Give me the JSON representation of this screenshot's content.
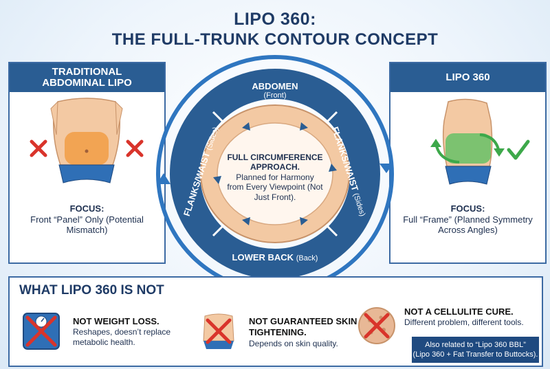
{
  "title": {
    "line1": "LIPO 360:",
    "line2": "THE FULL-TRUNK CONTOUR CONCEPT"
  },
  "left_panel": {
    "header": "TRADITIONAL ABDOMINAL LIPO",
    "focus_label": "FOCUS:",
    "focus_text": "Front “Panel” Only (Potential Mismatch)"
  },
  "right_panel": {
    "header": "LIPO 360",
    "focus_label": "FOCUS:",
    "focus_text": "Full “Frame” (Planned Symmetry Across Angles)"
  },
  "ring": {
    "top": {
      "label": "ABDOMEN",
      "sub": "(Front)"
    },
    "left": {
      "label": "FLANKS/WAIST",
      "sub": "(Sides)"
    },
    "right": {
      "label": "FLANKS/WAIST",
      "sub": "(Sides)"
    },
    "bottom": {
      "label": "LOWER BACK",
      "sub": "(Back)"
    },
    "center_title": "FULL CIRCUMFERENCE APPROACH.",
    "center_text": "Planned for Harmony from Every Viewpoint (Not Just Front)."
  },
  "not_section": {
    "title": "WHAT LIPO 360 IS NOT",
    "items": [
      {
        "heading": "NOT WEIGHT LOSS.",
        "text": "Reshapes, doesn’t replace metabolic health."
      },
      {
        "heading": "NOT GUARANTEED SKIN TIGHTENING.",
        "text": "Depends on skin quality."
      },
      {
        "heading": "NOT A CELLULITE CURE.",
        "text": "Different problem, different tools."
      }
    ],
    "note_line1": "Also related to “Lipo 360 BBL”",
    "note_line2": "(Lipo 360 + Fat Transfer to Buttocks)."
  },
  "colors": {
    "navy": "#1f3b66",
    "panel_blue": "#2a5d93",
    "ring_blue": "#2a5d93",
    "orange_zone": "#f2a04a",
    "green_zone": "#6fc16a",
    "red_x": "#d9342b",
    "check_green": "#3da84a",
    "skin": "#f3c9a3"
  }
}
